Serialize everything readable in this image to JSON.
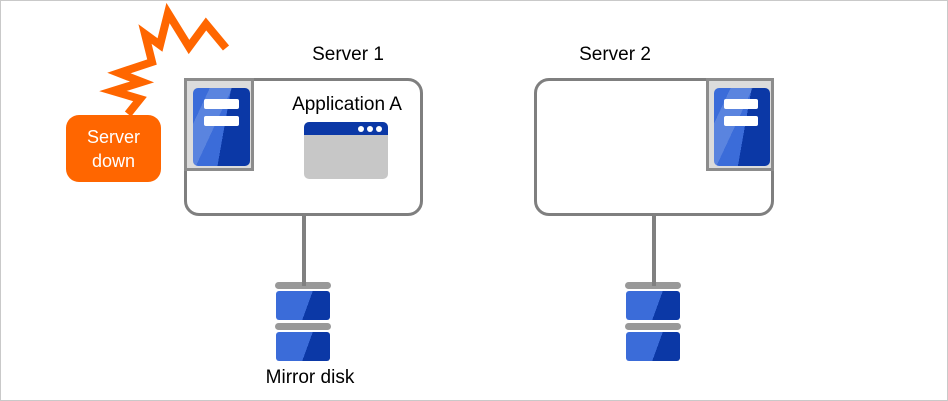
{
  "diagram": {
    "badge": {
      "line1": "Server",
      "line2": "down",
      "color": "#FF6600"
    },
    "servers": [
      {
        "label": "Server 1",
        "application": "Application A",
        "has_app_window": true,
        "icon": "server-tower-icon",
        "icon_position": "top-left"
      },
      {
        "label": "Server 2",
        "icon": "server-tower-icon",
        "icon_position": "top-right"
      }
    ],
    "disks": [
      {
        "label": "Mirror disk",
        "icon": "mirror-disk-icon",
        "under": "Server 1"
      },
      {
        "label": "",
        "icon": "mirror-disk-icon",
        "under": "Server 2"
      }
    ],
    "icons": [
      "crash-flash-icon",
      "server-tower-icon",
      "app-window-icon",
      "mirror-disk-icon"
    ],
    "colors": {
      "accent_orange": "#FF6600",
      "server_blue_light": "#3B6CD9",
      "server_blue_dark": "#0B38A6",
      "box_border_gray": "#7F7F7F",
      "panel_gray": "#DCDCDC",
      "disk_bar_gray": "#999999",
      "window_body_gray": "#C7C7C7"
    }
  }
}
